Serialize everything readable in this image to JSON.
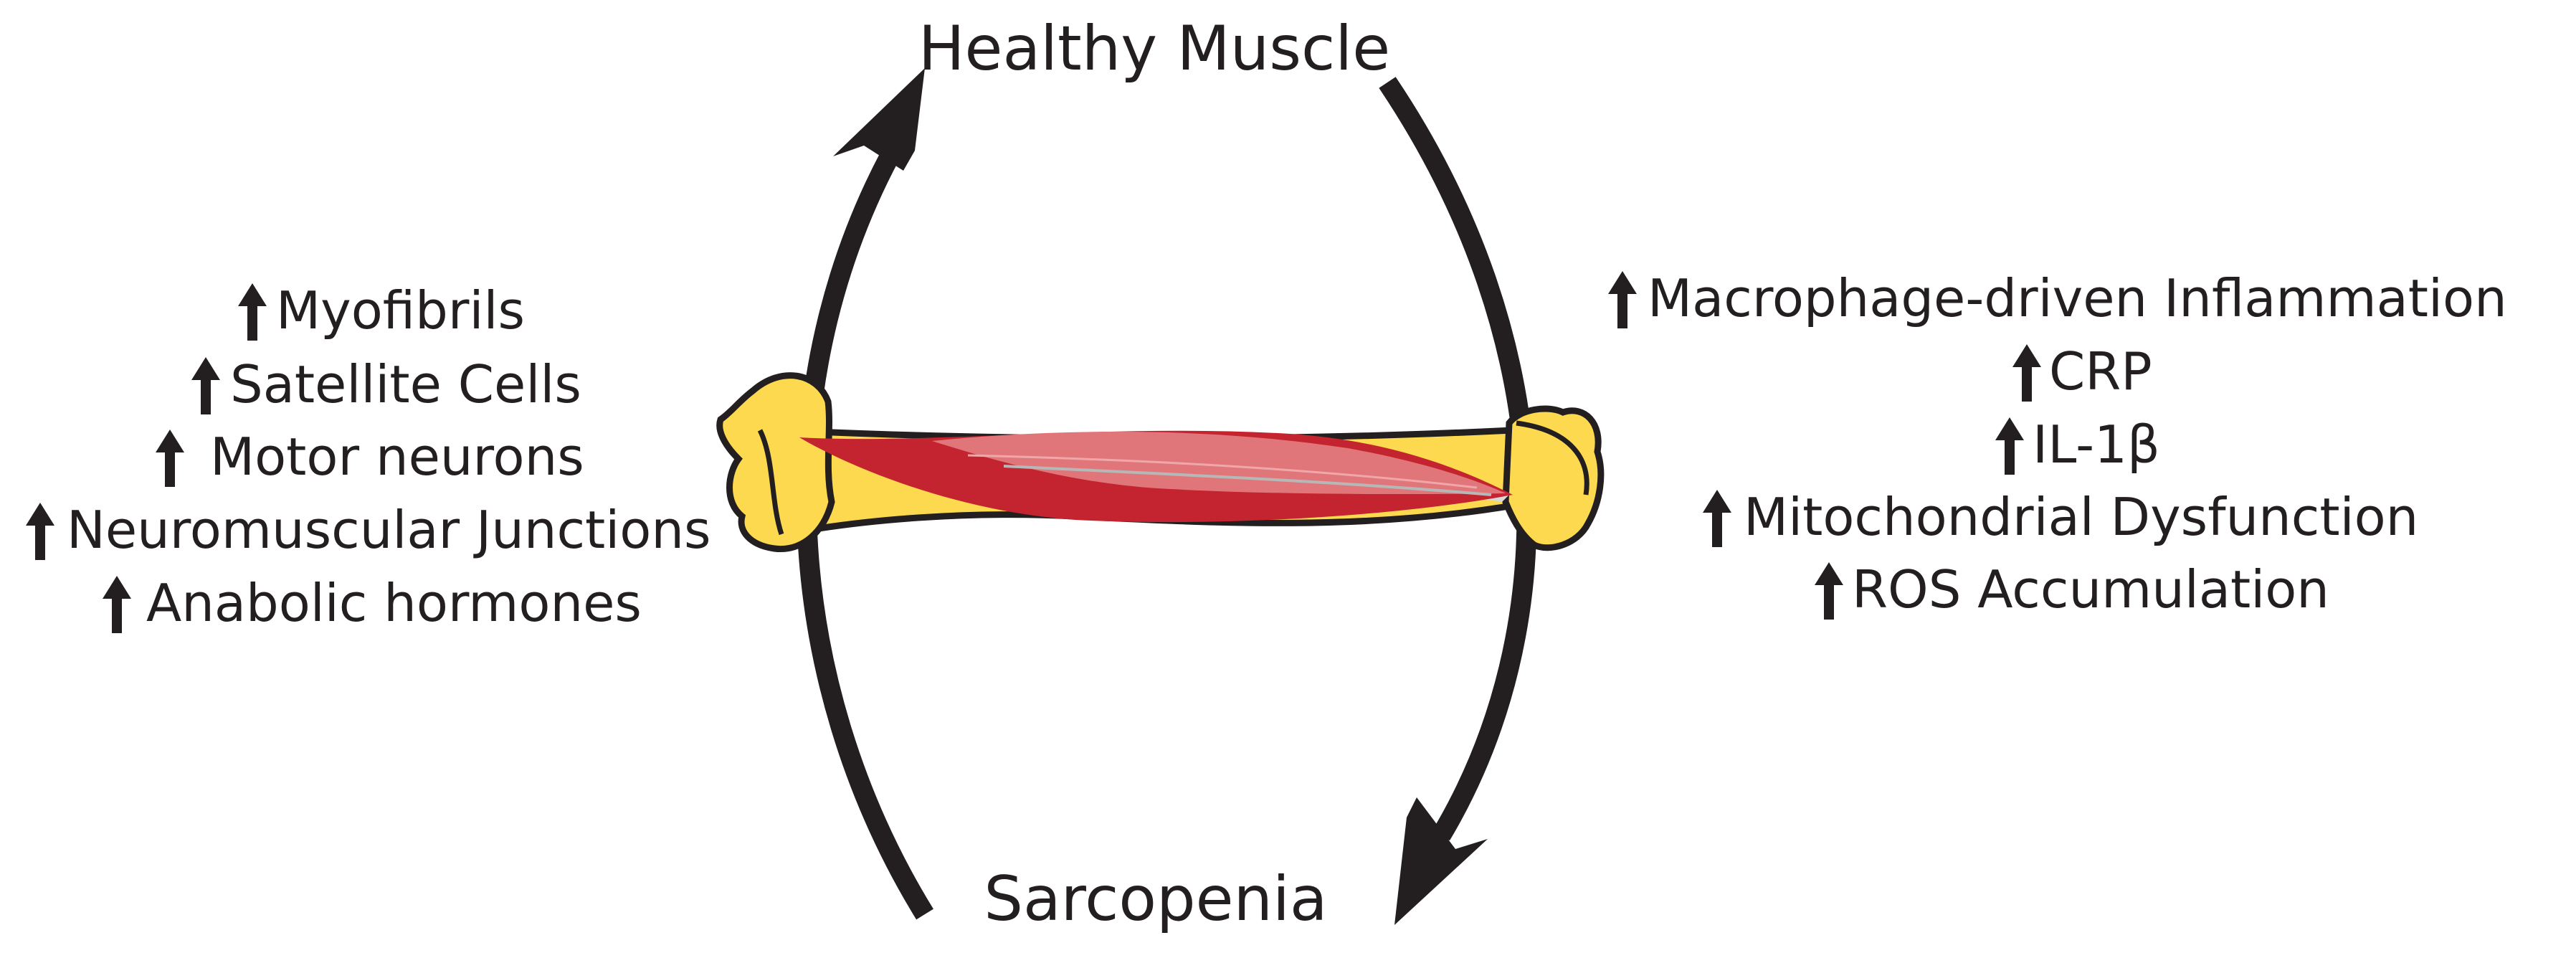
{
  "diagram": {
    "top_label": "Healthy Muscle",
    "bottom_label": "Sarcopenia",
    "left_factors": [
      {
        "arrow": "up-arrow-icon",
        "text": "Myofibrils"
      },
      {
        "arrow": "up-arrow-icon",
        "text": "Satellite Cells"
      },
      {
        "arrow": "up-arrow-icon",
        "text": "Motor neurons"
      },
      {
        "arrow": "up-arrow-icon",
        "text": "Neuromuscular Junctions"
      },
      {
        "arrow": "up-arrow-icon",
        "text": "Anabolic hormones"
      }
    ],
    "right_factors": [
      {
        "arrow": "up-arrow-icon",
        "text": "Macrophage-driven Inflammation"
      },
      {
        "arrow": "up-arrow-icon",
        "text": "CRP"
      },
      {
        "arrow": "up-arrow-icon",
        "text": "IL-1β"
      },
      {
        "arrow": "up-arrow-icon",
        "text": "Mitochondrial Dysfunction"
      },
      {
        "arrow": "up-arrow-icon",
        "text": "ROS Accumulation"
      }
    ],
    "colors": {
      "arrow": "#231f20",
      "bone": "#fdd94f",
      "muscle_dark": "#c4242f",
      "muscle_light": "#e0767a",
      "tendon": "#d9d9d9"
    }
  }
}
